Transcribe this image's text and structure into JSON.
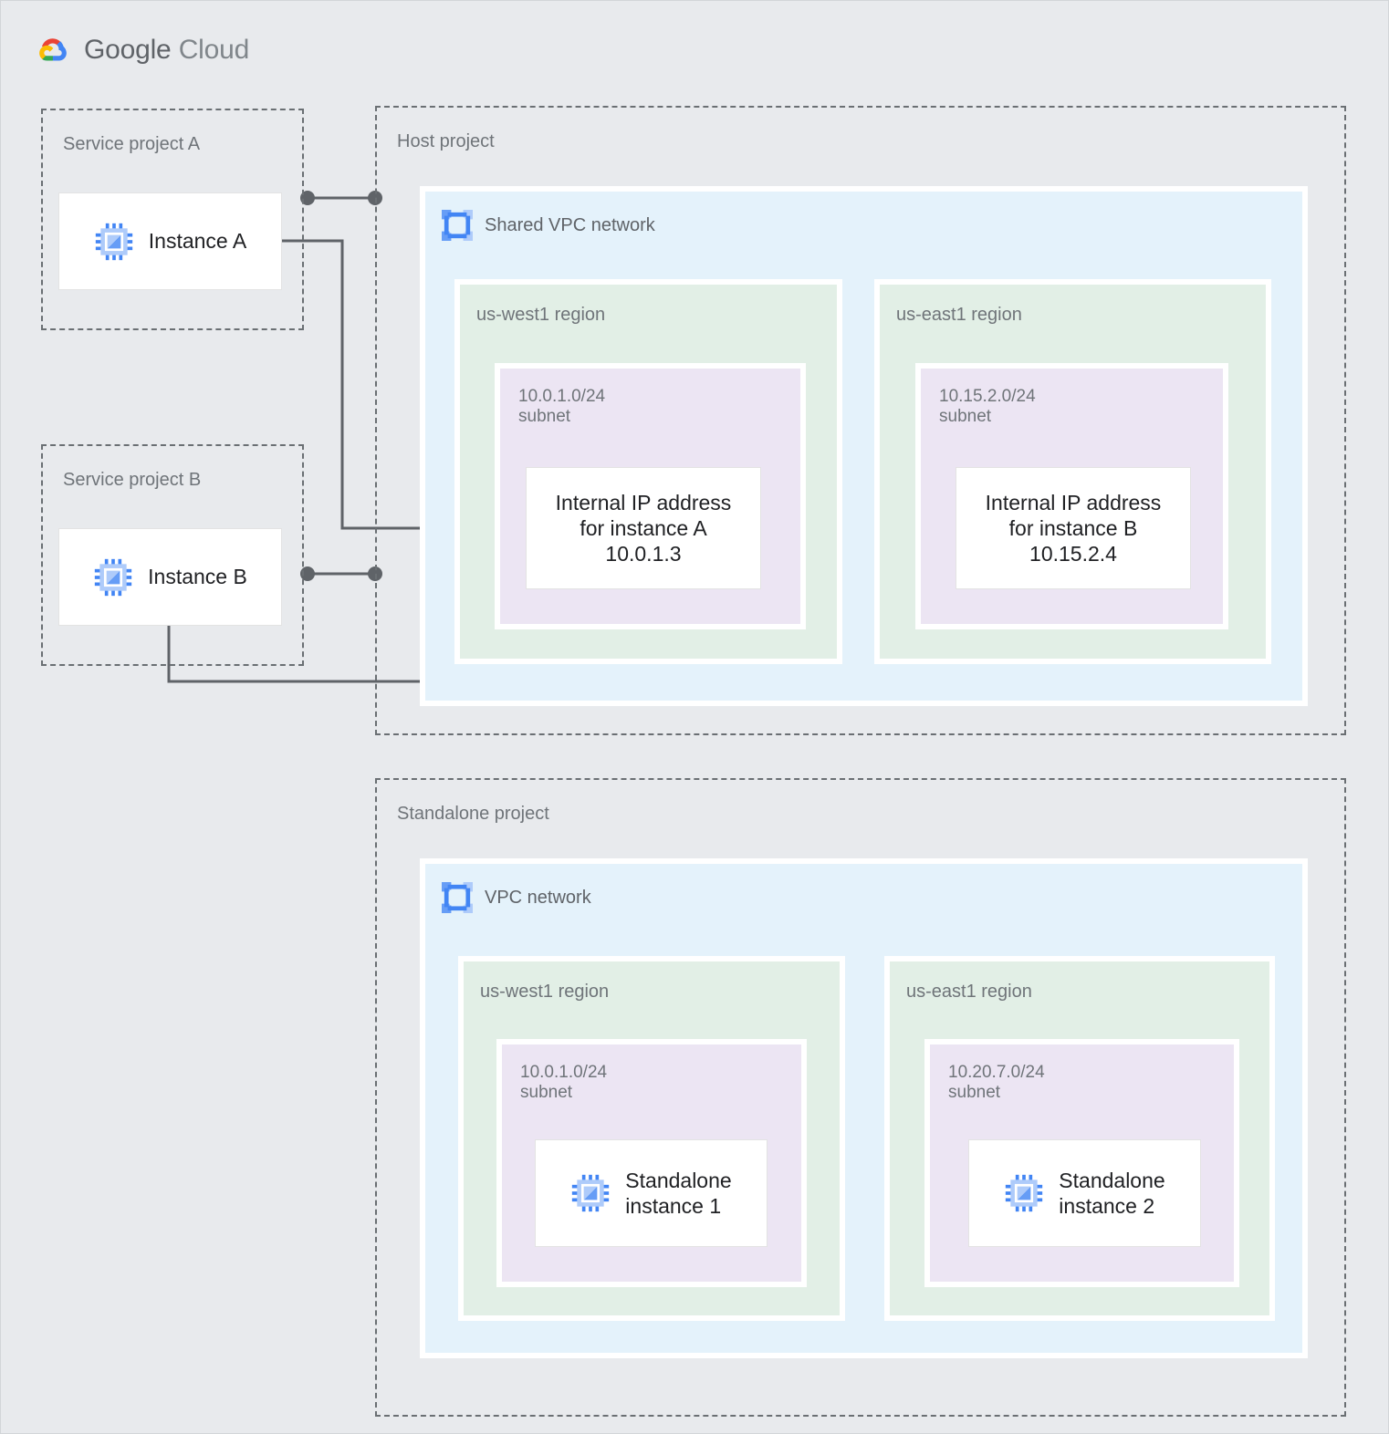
{
  "brand": {
    "name_bold": "Google",
    "name_light": "Cloud",
    "logo_icon": "google-cloud-logo-icon",
    "colors": {
      "red": "#ea4335",
      "yellow": "#fbbc04",
      "green": "#34a853",
      "blue": "#4285f4",
      "text": "#5f6368"
    }
  },
  "canvas": {
    "background": "#e8eaed",
    "vpc_fill": "#e4f2fb",
    "region_fill": "#e2efe6",
    "subnet_fill": "#ece5f3",
    "card_fill": "#ffffff",
    "connector": "#5f6368",
    "dashed_border": "#6a6f73"
  },
  "projects": [
    {
      "id": "service-project-a",
      "label": "Service project A"
    },
    {
      "id": "service-project-b",
      "label": "Service project B"
    },
    {
      "id": "host-project",
      "label": "Host project"
    },
    {
      "id": "standalone-project",
      "label": "Standalone project"
    }
  ],
  "networks": [
    {
      "id": "shared-vpc-network",
      "label": "Shared VPC network",
      "icon": "vpc-network-icon"
    },
    {
      "id": "vpc-network",
      "label": "VPC network",
      "icon": "vpc-network-icon"
    }
  ],
  "regions": [
    {
      "id": "host-us-west1",
      "label": "us-west1 region"
    },
    {
      "id": "host-us-east1",
      "label": "us-east1 region"
    },
    {
      "id": "sa-us-west1",
      "label": "us-west1 region"
    },
    {
      "id": "sa-us-east1",
      "label": "us-east1 region"
    }
  ],
  "subnets": [
    {
      "id": "host-subnet-west",
      "cidr": "10.0.1.0/24",
      "label": "10.0.1.0/24\nsubnet"
    },
    {
      "id": "host-subnet-east",
      "cidr": "10.15.2.0/24",
      "label": "10.15.2.0/24\nsubnet"
    },
    {
      "id": "sa-subnet-west",
      "cidr": "10.0.1.0/24",
      "label": "10.0.1.0/24\nsubnet"
    },
    {
      "id": "sa-subnet-east",
      "cidr": "10.20.7.0/24",
      "label": "10.20.7.0/24\nsubnet"
    }
  ],
  "nodes": {
    "instance_a": {
      "label": "Instance A",
      "icon": "compute-instance-icon"
    },
    "instance_b": {
      "label": "Instance B",
      "icon": "compute-instance-icon"
    },
    "ip_a": {
      "label": "Internal IP address\nfor instance A\n10.0.1.3",
      "ip": "10.0.1.3"
    },
    "ip_b": {
      "label": "Internal IP address\nfor instance B\n10.15.2.4",
      "ip": "10.15.2.4"
    },
    "standalone_1": {
      "label": "Standalone\ninstance 1",
      "icon": "compute-instance-icon"
    },
    "standalone_2": {
      "label": "Standalone\ninstance 2",
      "icon": "compute-instance-icon"
    }
  },
  "connections": [
    {
      "id": "conn-a-project-link",
      "from": "service-project-a",
      "to": "host-project",
      "style": "dot-line-dot"
    },
    {
      "id": "conn-b-project-link",
      "from": "service-project-b",
      "to": "host-project",
      "style": "dot-line-dot"
    },
    {
      "id": "conn-instance-a-to-ip-a",
      "from": "instance_a",
      "to": "ip_a",
      "style": "elbow-dot"
    },
    {
      "id": "conn-instance-b-to-ip-b",
      "from": "instance_b",
      "to": "ip_b",
      "style": "elbow-dot"
    },
    {
      "id": "conn-standalone-1-to-2",
      "from": "standalone_1",
      "to": "standalone_2",
      "style": "line"
    }
  ]
}
